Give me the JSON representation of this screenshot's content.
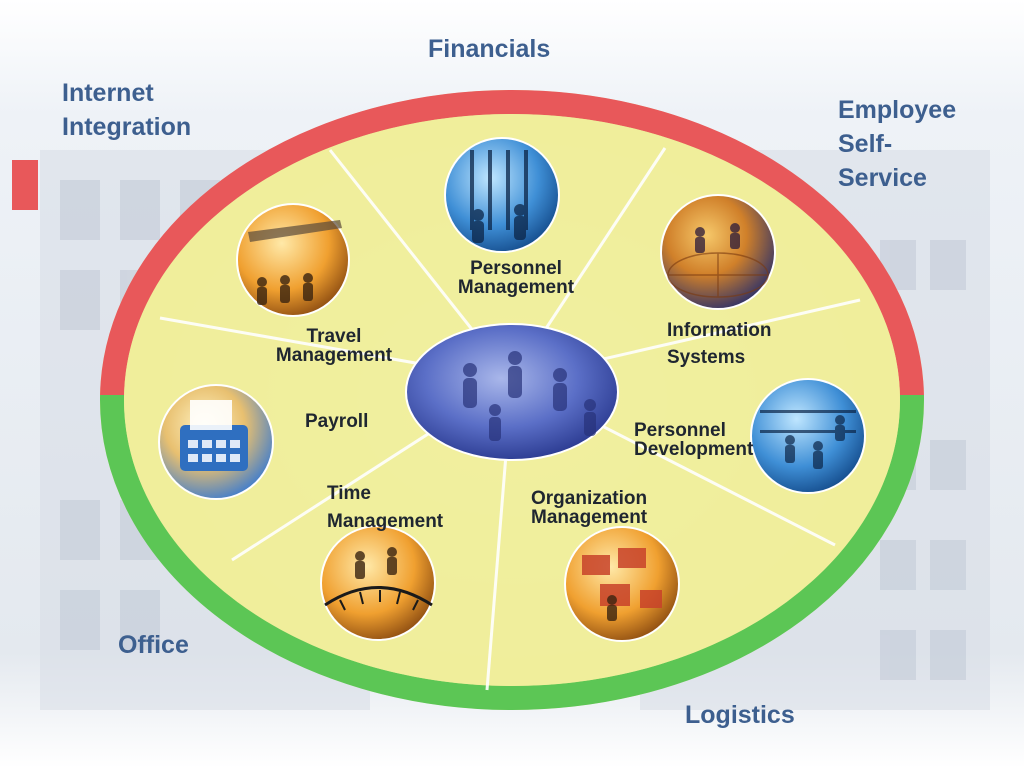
{
  "colors": {
    "top_arc": "#e8585a",
    "bottom_arc": "#5cc655",
    "ring_fill": "#f0ee9c",
    "divider": "#ffffff",
    "label_blue": "#3d5f8f",
    "label_dark": "#1f2630",
    "background": "#e9eef4"
  },
  "outer": {
    "financials": "Financials",
    "internet_integration": "Internet\nIntegration",
    "employee_self_service": "Employee\nSelf-\nService",
    "office": "Office",
    "logistics": "Logistics"
  },
  "modules": {
    "personnel_management": "Personnel\nManagement",
    "travel_management": "Travel\nManagement",
    "information_systems": "Information\nSystems",
    "payroll": "Payroll",
    "personnel_development": "Personnel\nDevelopment",
    "time_management": "Time\nManagement",
    "organization_management": "Organization\nManagement"
  },
  "icons": {
    "personnel_management": "crowd-photo-icon",
    "travel_management": "airplane-travelers-icon",
    "information_systems": "globe-people-icon",
    "payroll": "calculator-icon",
    "personnel_development": "training-people-icon",
    "time_management": "clock-people-icon",
    "organization_management": "org-blocks-icon",
    "center": "people-hub-icon"
  }
}
